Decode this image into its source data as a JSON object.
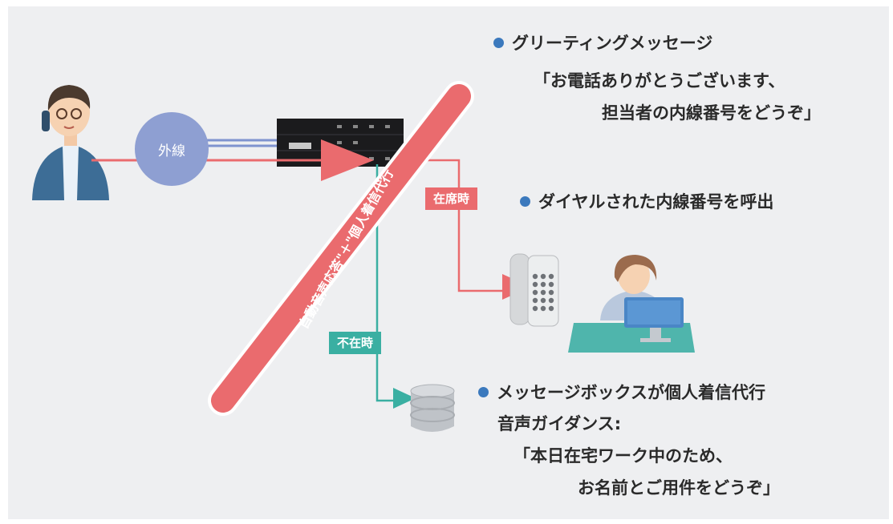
{
  "colors": {
    "blue": "#3b79bd",
    "red": "#ea6b6e",
    "green": "#3aafa2",
    "circle": "#8e9fd2",
    "text": "#2a2a2a"
  },
  "external_line": "外線",
  "banner": "自動音声応答\"＋\"個人着信代行",
  "tags": {
    "present": "在席時",
    "absent": "不在時"
  },
  "notes": {
    "greeting": {
      "title": "グリーティングメッセージ",
      "line1": "「お電話ありがとうございます、",
      "line2": "担当者の内線番号をどうぞ」"
    },
    "dial": {
      "title": "ダイヤルされた内線番号を呼出"
    },
    "voicebox": {
      "title": "メッセージボックスが個人着信代行",
      "line1": "音声ガイダンス:",
      "line2": "「本日在宅ワーク中のため、",
      "line3": "お名前とご用件をどうぞ」"
    }
  },
  "icons": [
    "caller-icon",
    "pbx-device-icon",
    "desk-phone-icon",
    "office-worker-icon",
    "message-storage-icon"
  ]
}
